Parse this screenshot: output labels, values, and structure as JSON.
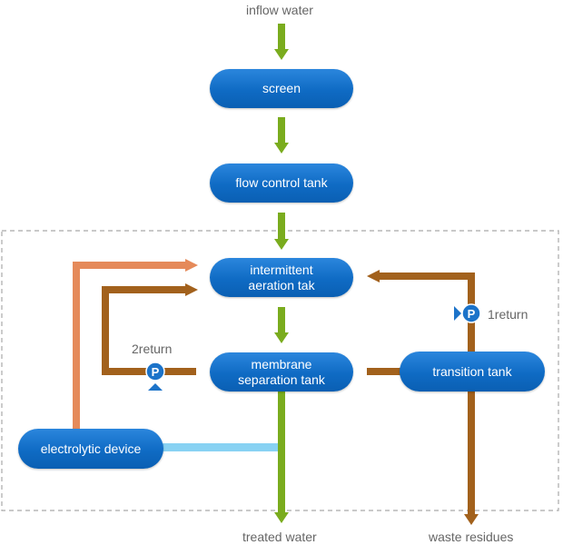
{
  "labels": {
    "inflow": "inflow water",
    "treated": "treated water",
    "waste": "waste residues",
    "return1": "1return",
    "return2": "2return"
  },
  "nodes": {
    "screen": "screen",
    "flow_control": "flow control tank",
    "aeration": "intermittent\naeration tak",
    "membrane": "membrane\nseparation tank",
    "transition": "transition tank",
    "electrolytic": "electrolytic device"
  },
  "pump_letter": "P",
  "colors": {
    "node_fill": "#0f6bc4",
    "main_flow": "#7aac1e",
    "return_flow": "#a2611c",
    "electrolytic_return": "#e58a5a",
    "electrolytic_link": "#88d2f3",
    "dashed_boundary": "#a9a9a9",
    "pump": "#1c73c9"
  }
}
